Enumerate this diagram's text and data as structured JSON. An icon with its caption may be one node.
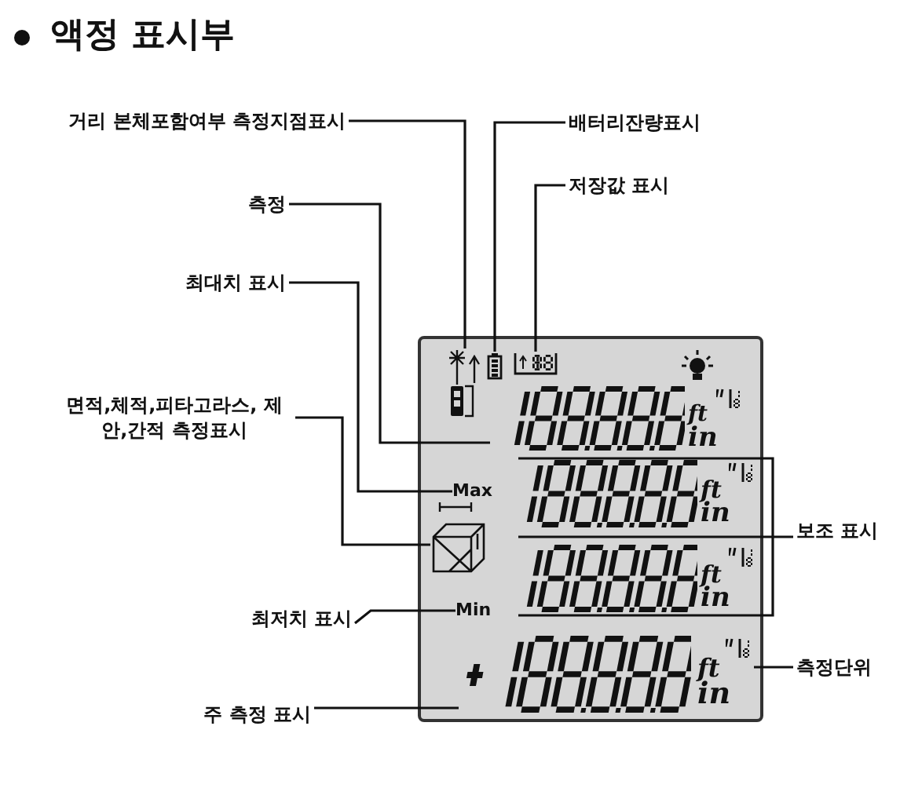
{
  "diagram": {
    "title": "액정 표시부",
    "nodes": [
      {
        "text": [
          "거리 본체포함여부 측정지점표시"
        ]
      },
      {
        "text": [
          "배터리잔량표시"
        ]
      },
      {
        "text": [
          "저장값 표시"
        ]
      },
      {
        "text": [
          "측정"
        ]
      },
      {
        "text": [
          "최대치 표시"
        ]
      },
      {
        "text": [
          "면적,체적,피타고라스, 제안,간적 측정표시"
        ]
      },
      {
        "text": [
          "보조 표시"
        ]
      },
      {
        "text": [
          "최저치 표시"
        ]
      },
      {
        "text": [
          "측정단위"
        ]
      },
      {
        "text": [
          "주 측정 표시"
        ]
      },
      {
        "text": [],
        "shape": "box"
      },
      {
        "text": [],
        "shape": "picture",
        "in": 10
      },
      {
        "text": [],
        "shape": "picture",
        "in": 10
      },
      {
        "text": [],
        "shape": "picture",
        "in": 10
      },
      {
        "text": [],
        "shape": "box",
        "in": 10
      },
      {
        "text": [
          "Max"
        ],
        "in": 10
      },
      {
        "text": [],
        "shape": "picture",
        "in": 10
      },
      {
        "text": [],
        "shape": "box",
        "in": 10
      },
      {
        "text": [
          "Min"
        ],
        "in": 10
      },
      {
        "text": [
          "ft",
          "in"
        ],
        "in": 10
      },
      {
        "text": [],
        "shape": "box",
        "in": 10
      }
    ],
    "edges": [
      {
        "from": 0,
        "to": 11,
        "arrow": "none"
      },
      {
        "from": 1,
        "to": 12,
        "arrow": "none"
      },
      {
        "from": 2,
        "to": 13,
        "arrow": "none"
      },
      {
        "from": 3,
        "to": 14,
        "arrow": "none"
      },
      {
        "from": 4,
        "to": 15,
        "arrow": "none"
      },
      {
        "from": 5,
        "to": 16,
        "arrow": "none"
      },
      {
        "from": 6,
        "to": 17,
        "arrow": "none"
      },
      {
        "from": 7,
        "to": 18,
        "arrow": "none"
      },
      {
        "from": 8,
        "to": 19,
        "arrow": "none"
      },
      {
        "from": 9,
        "to": 20,
        "arrow": "none"
      }
    ],
    "labels": [
      "ft",
      "in",
      "ft",
      "in",
      "ft",
      "in"
    ]
  }
}
